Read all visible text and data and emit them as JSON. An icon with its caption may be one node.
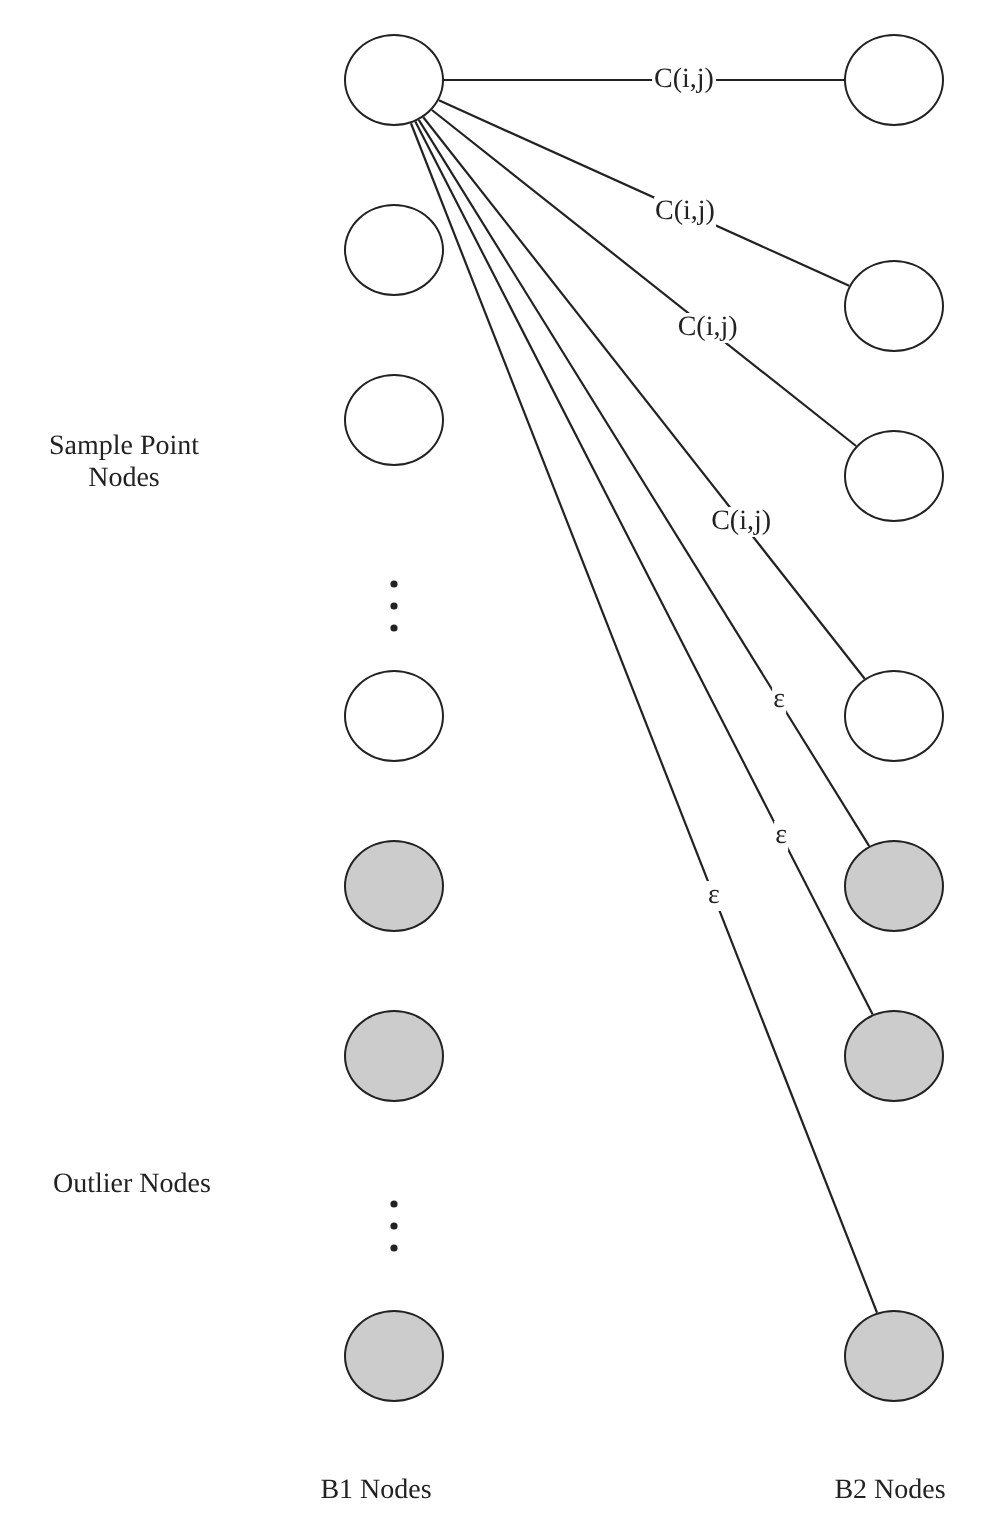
{
  "diagram": {
    "nodes": [
      {
        "text": [],
        "shape": "circle"
      },
      {
        "text": [],
        "shape": "circle"
      },
      {
        "text": [],
        "shape": "circle"
      },
      {
        "text": [],
        "shape": "circle"
      },
      {
        "text": [],
        "shape": "circle"
      },
      {
        "text": [],
        "shape": "circle"
      },
      {
        "text": [],
        "shape": "circle"
      },
      {
        "text": [],
        "shape": "circle"
      },
      {
        "text": [],
        "shape": "circle"
      },
      {
        "text": [],
        "shape": "circle"
      },
      {
        "text": [],
        "shape": "circle"
      },
      {
        "text": [],
        "shape": "circle"
      },
      {
        "text": [],
        "shape": "circle"
      },
      {
        "text": [],
        "shape": "circle"
      }
    ],
    "edges": [
      {
        "from": 0,
        "to": 7,
        "arrow": "none",
        "label": "C(i,j)"
      },
      {
        "from": 0,
        "to": 8,
        "arrow": "none",
        "label": "C(i,j)"
      },
      {
        "from": 0,
        "to": 9,
        "arrow": "none",
        "label": "C(i,j)"
      },
      {
        "from": 0,
        "to": 10,
        "arrow": "none",
        "label": "C(i,j)"
      },
      {
        "from": 0,
        "to": 11,
        "arrow": "none",
        "label": "ε"
      },
      {
        "from": 0,
        "to": 12,
        "arrow": "none",
        "label": "ε"
      },
      {
        "from": 0,
        "to": 13,
        "arrow": "none",
        "label": "ε"
      }
    ],
    "labels": [
      "Sample Point Nodes",
      "Outlier Nodes",
      "B1 Nodes",
      "B2 Nodes"
    ]
  }
}
